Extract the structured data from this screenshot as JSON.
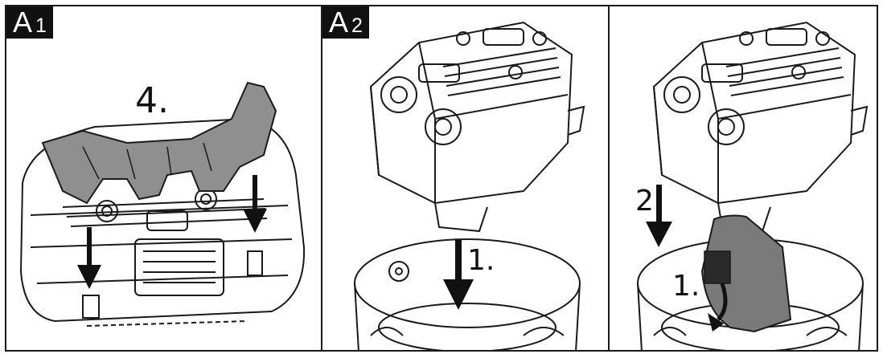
{
  "panels": [
    {
      "id": "A1",
      "letter": "A",
      "number": "1",
      "steps": [
        "4."
      ]
    },
    {
      "id": "A2a",
      "letter": "A",
      "number": "2",
      "steps": [
        "1."
      ]
    },
    {
      "id": "A2b",
      "steps": [
        "2.",
        "1."
      ]
    }
  ],
  "colors": {
    "line": "#1a1a1a",
    "handle_fill": "#8f8f8f",
    "bag_fill": "#7a7a7a",
    "arrow": "#111111",
    "badge_bg": "#111111",
    "badge_text": "#ffffff"
  }
}
